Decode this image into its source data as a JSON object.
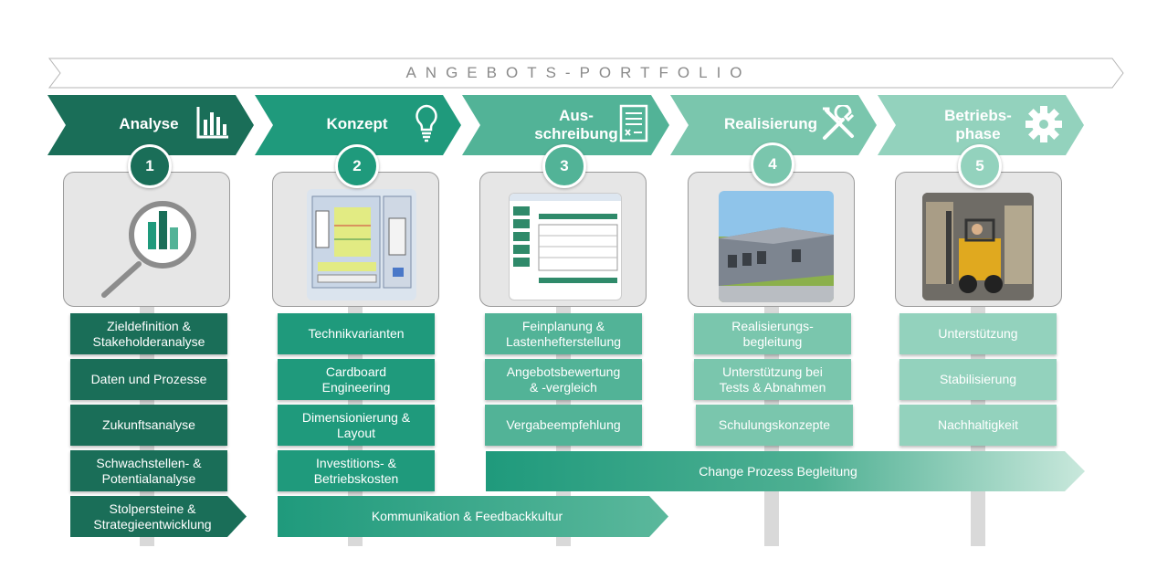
{
  "banner": {
    "title": "ANGEBOTS-PORTFOLIO"
  },
  "colors": {
    "phase1": "#1a6e58",
    "phase2": "#1f9a7c",
    "phase3": "#52b397",
    "phase4": "#7ac6ad",
    "phase5": "#93d2bd"
  },
  "phases": [
    {
      "number": "1",
      "label": "Analyse",
      "icon": "bar-chart-icon"
    },
    {
      "number": "2",
      "label": "Konzept",
      "icon": "lightbulb-icon"
    },
    {
      "number": "3",
      "label": "Aus-\nschreibung",
      "icon": "document-icon"
    },
    {
      "number": "4",
      "label": "Realisierung",
      "icon": "tools-icon"
    },
    {
      "number": "5",
      "label": "Betriebs-\nphase",
      "icon": "gear-icon"
    }
  ],
  "tasks": {
    "analyse": [
      "Zieldefinition  &\nStakeholderanalyse",
      "Daten und Prozesse",
      "Zukunftsanalyse",
      "Schwachstellen-  &\nPotentialanalyse"
    ],
    "konzept": [
      "Technikvarianten",
      "Cardboard\nEngineering",
      "Dimensionierung  &\nLayout",
      "Investitions-  &\nBetriebskosten"
    ],
    "ausschreibung": [
      "Feinplanung  &\nLastenhefterstellung",
      "Angebotsbewertung\n&  -vergleich",
      "Vergabeempfehlung"
    ],
    "realisierung": [
      "Realisierungs-\nbegleitung",
      "Unterstützung  bei\nTests & Abnahmen",
      "Schulungskonzepte"
    ],
    "betrieb": [
      "Unterstützung",
      "Stabilisierung",
      "Nachhaltigkeit"
    ]
  },
  "arrows": {
    "strategie": "Stolpersteine  &\nStrategieentwicklung",
    "kommunikation": "Kommunikation  &  Feedbackkultur",
    "change": "Change  Prozess  Begleitung"
  }
}
